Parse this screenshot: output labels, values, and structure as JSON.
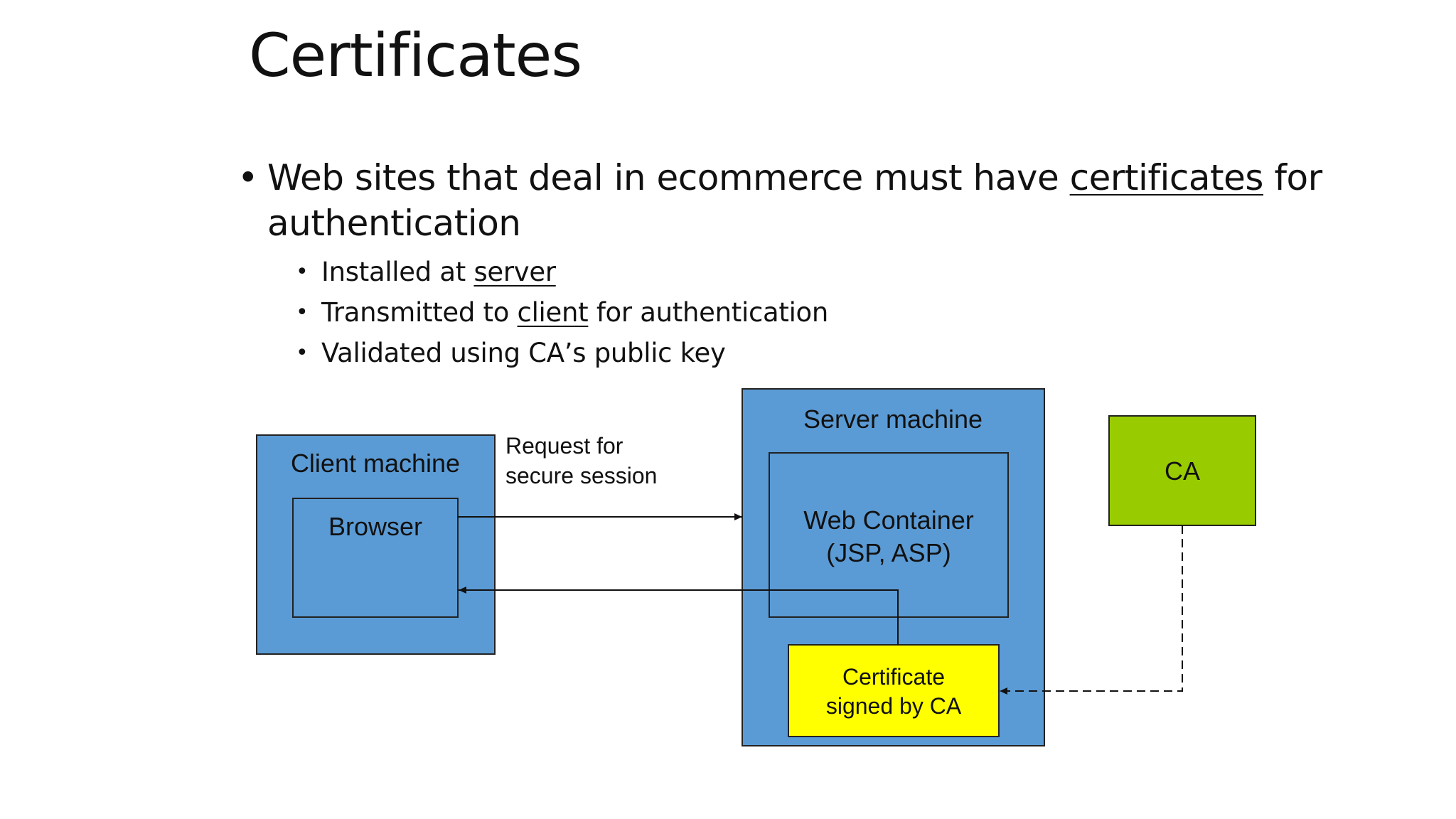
{
  "slide": {
    "title": "Certificates",
    "bullet_main_parts": [
      "Web sites that deal in ecommerce must have ",
      "certificates",
      " for authentication"
    ],
    "sub_bullets": [
      {
        "before": "Installed at ",
        "underlined": "server",
        "after": ""
      },
      {
        "before": "Transmitted to ",
        "underlined": "client",
        "after": " for authentication"
      },
      {
        "before": "Validated using CA’s public key",
        "underlined": "",
        "after": ""
      }
    ]
  },
  "diagram": {
    "client_machine": "Client machine",
    "browser": "Browser",
    "request_label_line1": "Request for",
    "request_label_line2": "secure session",
    "server_machine": "Server machine",
    "web_container_line1": "Web Container",
    "web_container_line2": "(JSP, ASP)",
    "certificate_line1": "Certificate",
    "certificate_line2": "signed by CA",
    "ca": "CA",
    "colors": {
      "machine_fill": "#5b9bd5",
      "certificate_fill": "#ffff00",
      "ca_fill": "#99cc00",
      "stroke": "#222222"
    }
  }
}
